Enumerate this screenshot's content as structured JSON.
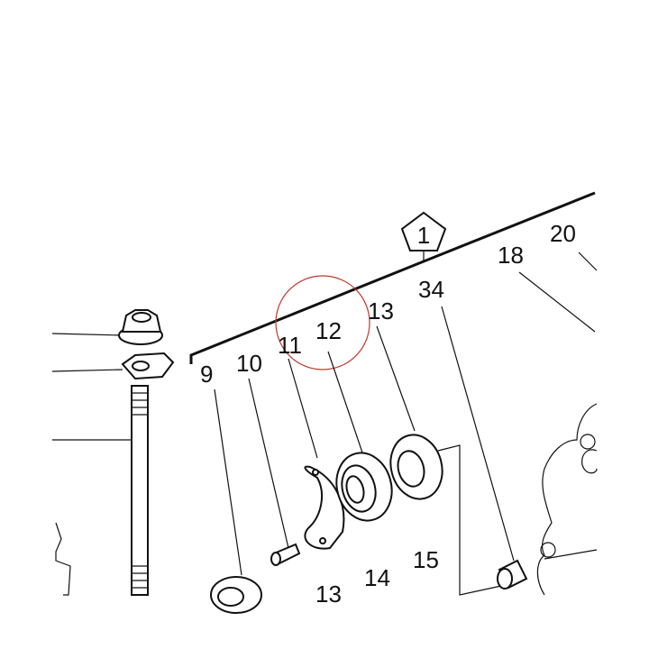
{
  "diagram": {
    "group_label": "1",
    "callouts": [
      "9",
      "10",
      "11",
      "12",
      "13",
      "34",
      "18",
      "20",
      "14",
      "15",
      "13"
    ],
    "highlight_color": "#c0392b",
    "line_color": "#111111"
  }
}
